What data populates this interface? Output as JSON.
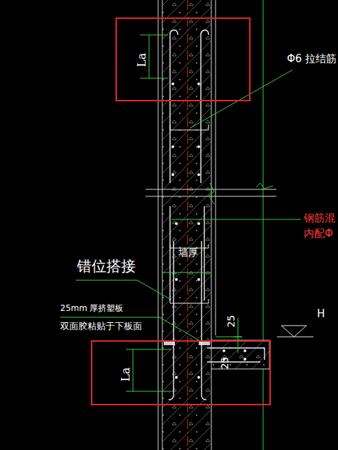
{
  "diagram": {
    "nodes": [
      {
        "text": [
          "La"
        ]
      },
      {
        "text": [
          "La"
        ]
      }
    ],
    "labels": [
      "Φ6 拉结筋",
      "钢筋混",
      "内配Φ",
      "墙厚",
      "错位搭接",
      "25mm 厚挤塑板",
      "双面胶粘贴于下板面",
      "25",
      "25",
      "H"
    ]
  }
}
